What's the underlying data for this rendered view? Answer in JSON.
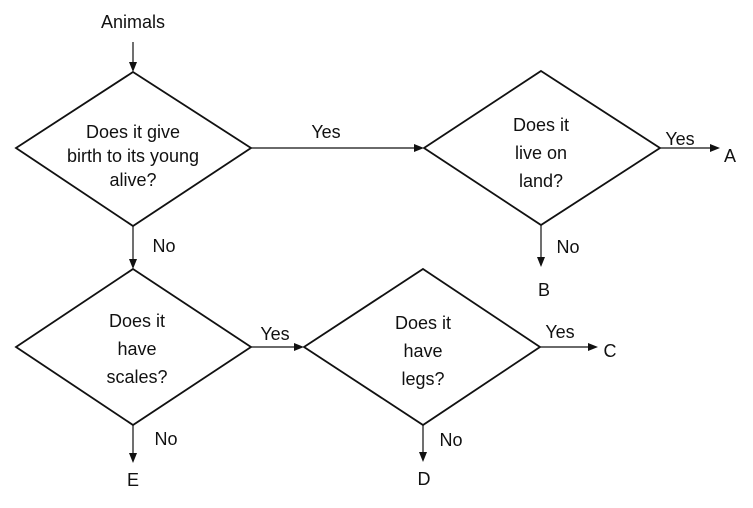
{
  "start_label": "Animals",
  "decisions": {
    "q1": [
      "Does it give",
      "birth to its young",
      "alive?"
    ],
    "q2": [
      "Does it",
      "live on",
      "land?"
    ],
    "q3": [
      "Does it",
      "have",
      "scales?"
    ],
    "q4": [
      "Does it",
      "have",
      "legs?"
    ]
  },
  "edges": {
    "q1_yes": "Yes",
    "q1_no": "No",
    "q2_yes": "Yes",
    "q2_no": "No",
    "q3_yes": "Yes",
    "q3_no": "No",
    "q4_yes": "Yes",
    "q4_no": "No"
  },
  "outcomes": {
    "a": "A",
    "b": "B",
    "c": "C",
    "d": "D",
    "e": "E"
  },
  "colors": {
    "stroke": "#111111",
    "background": "#ffffff"
  }
}
